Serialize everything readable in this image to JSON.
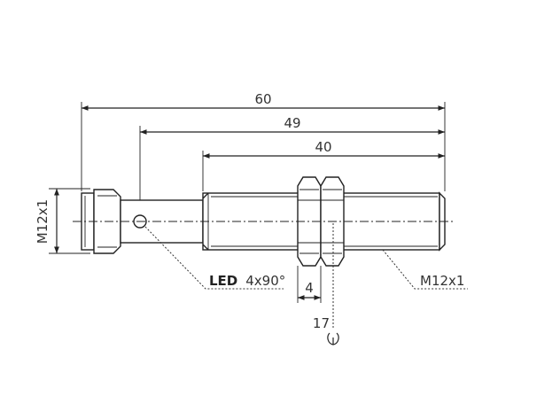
{
  "dimensions": {
    "overall_length": "60",
    "thread_length": "49",
    "body_thread_length": "40",
    "nut_thickness": "4",
    "wrench_size": "17",
    "connector_thread": "M12x1",
    "body_thread": "M12x1"
  },
  "led": {
    "label": "LED",
    "spec": "4x90°"
  },
  "icons": {
    "wrench": "wrench-icon"
  }
}
